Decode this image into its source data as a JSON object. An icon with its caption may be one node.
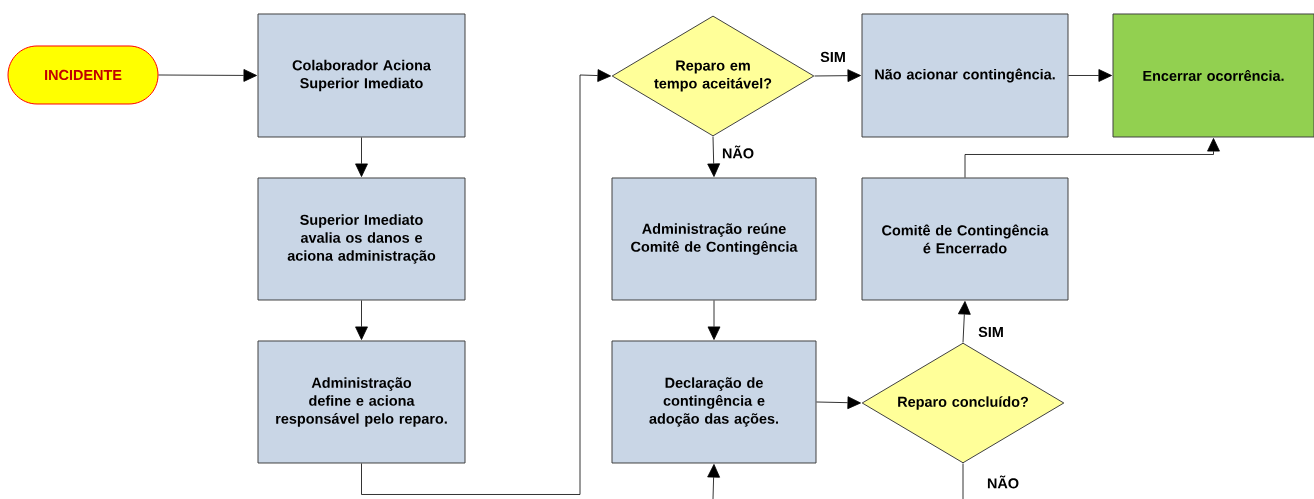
{
  "diagram": {
    "nodes": [
      {
        "text": [
          "INCIDENTE"
        ]
      },
      {
        "text": [
          "Colaborador Aciona Superior Imediato"
        ]
      },
      {
        "text": [
          "Superior Imediato avalia os danos e aciona administração"
        ]
      },
      {
        "text": [
          "Administração define e aciona responsável pelo reparo."
        ]
      },
      {
        "text": [
          "Reparo em tempo aceitável?"
        ]
      },
      {
        "text": [
          "Não acionar contingência."
        ]
      },
      {
        "text": [
          "Encerrar ocorrência."
        ]
      },
      {
        "text": [
          "Administração reúne Comitê de Contingência"
        ]
      },
      {
        "text": [
          "Declaração de contingência e adoção das ações."
        ]
      },
      {
        "text": [
          "Reparo concluído?"
        ]
      },
      {
        "text": [
          "Comitê de Contingência é Encerrado"
        ]
      }
    ],
    "edges": [
      {
        "from": 0,
        "to": 1,
        "arrow": "to"
      },
      {
        "from": 1,
        "to": 2,
        "arrow": "to"
      },
      {
        "from": 2,
        "to": 3,
        "arrow": "to"
      },
      {
        "from": 3,
        "to": 4,
        "arrow": "to"
      },
      {
        "from": 4,
        "to": 5,
        "arrow": "to",
        "label": "SIM"
      },
      {
        "from": 5,
        "to": 6,
        "arrow": "to"
      },
      {
        "from": 4,
        "to": 7,
        "arrow": "to",
        "label": "NÃO"
      },
      {
        "from": 7,
        "to": 8,
        "arrow": "to"
      },
      {
        "from": 8,
        "to": 9,
        "arrow": "to"
      },
      {
        "from": 9,
        "to": 10,
        "arrow": "to",
        "label": "SIM"
      },
      {
        "from": 10,
        "to": 6,
        "arrow": "to"
      },
      {
        "from": 9,
        "to": null,
        "arrow": "none",
        "label": "NÃO"
      },
      {
        "from": null,
        "to": 8,
        "arrow": "to"
      }
    ]
  }
}
